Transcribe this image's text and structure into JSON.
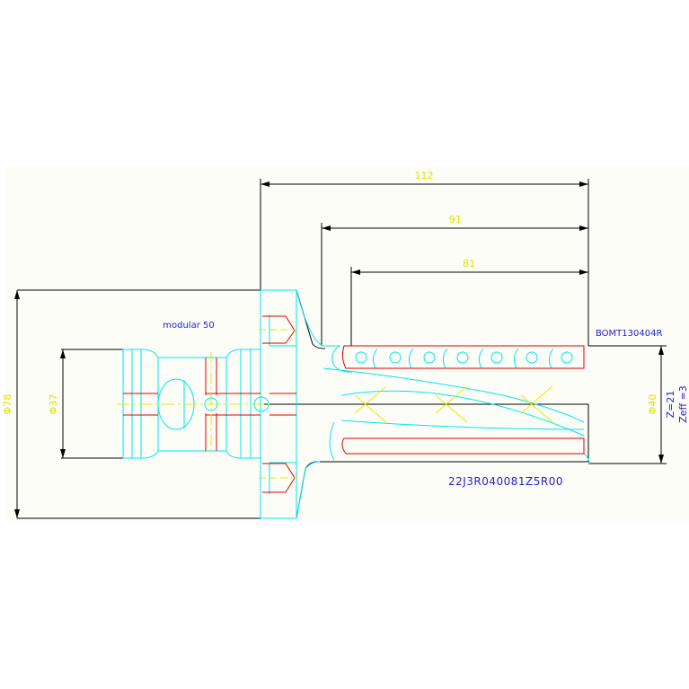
{
  "colors": {
    "background": "#ffffff",
    "canvas": "#fdfdf8",
    "outline": "#000000",
    "part": "#00e5ee",
    "insert": "#dd0000",
    "center": "#e8e800",
    "label": "#2222cc",
    "dimension_text": "#e0e000"
  },
  "dimensions": {
    "overall_length": "112",
    "length_2": "91",
    "length_3": "81",
    "dia_shank": "Φ78",
    "dia_inner": "Φ37",
    "dia_cut": "Φ40"
  },
  "labels": {
    "adapter": "modular 50",
    "insert_code": "BOMT130404R",
    "tool_code": "22J3R040081Z5R00",
    "teeth": "Z=21",
    "eff_teeth": "Zeff =3"
  }
}
